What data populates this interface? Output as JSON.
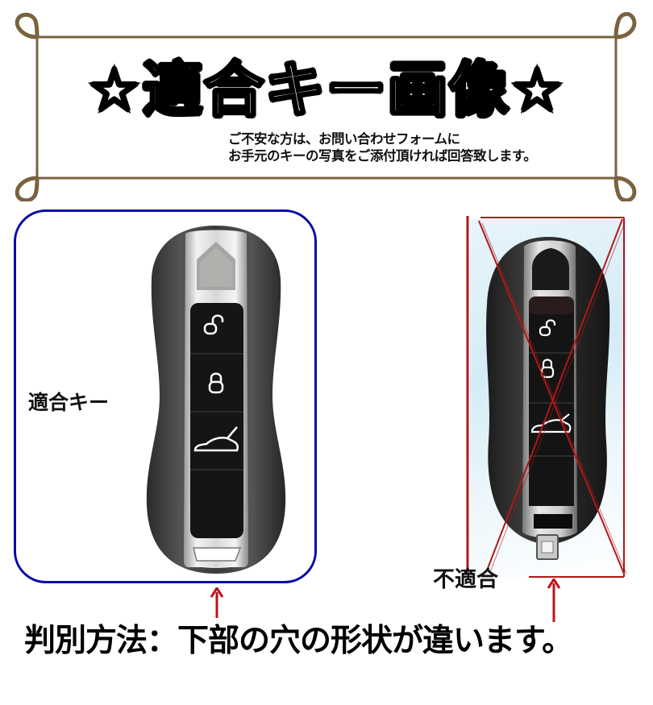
{
  "banner": {
    "title": "☆適合キー画像☆",
    "note_line1": "ご不安な方は、お問い合わせフォームに",
    "note_line2": "お手元のキーの写真をご添付頂ければ回答致します。",
    "frame_color": "#7a6240"
  },
  "compatible": {
    "label": "適合キー",
    "border_color": "#0a0aa6",
    "buttons": [
      "unlock-icon",
      "lock-icon",
      "trunk-icon",
      "blank"
    ]
  },
  "incompatible": {
    "label": "不適合",
    "cross_color": "#b01818",
    "buttons": [
      "unlock-icon",
      "lock-icon",
      "trunk-icon",
      "blank"
    ]
  },
  "arrow_color": "#c0101a",
  "caption": "判別方法：下部の穴の形状が違います。"
}
